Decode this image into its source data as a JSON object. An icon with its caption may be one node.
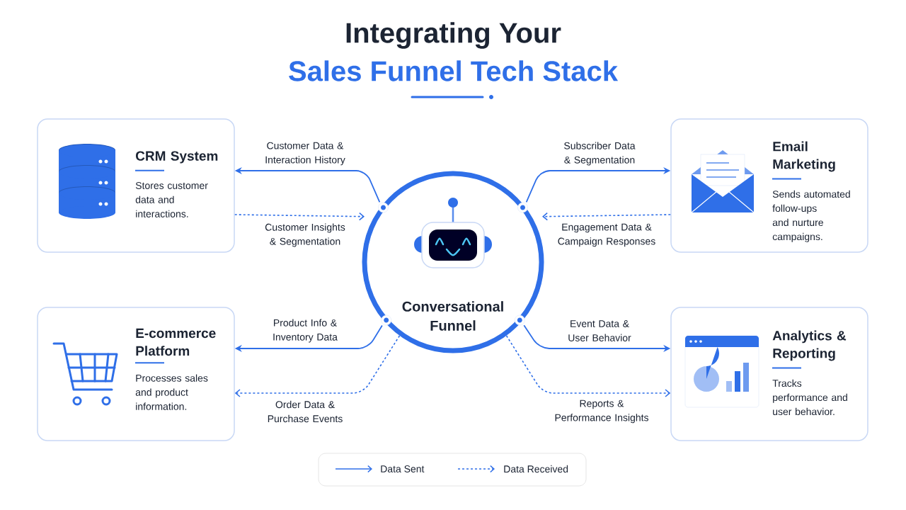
{
  "diagram": {
    "title": "Integrating Your",
    "nodes": [
      {
        "text": [
          "CRM System",
          "Stores customer data and interactions."
        ]
      },
      {
        "text": [
          "Email Marketing",
          "Sends automated follow-ups and nurture campaigns."
        ]
      },
      {
        "text": [
          "Conversational Funnel"
        ]
      },
      {
        "text": [
          "E-commerce Platform",
          "Processes sales and product information."
        ]
      },
      {
        "text": [
          "Analytics & Reporting",
          "Tracks performance and user behavior."
        ]
      }
    ],
    "edges": [
      {
        "from": 2,
        "to": 0,
        "arrow": "to",
        "label": "Customer Data & Interaction History"
      },
      {
        "from": 0,
        "to": 2,
        "arrow": "to",
        "label": "Customer Insights & Segmentation",
        "style": "dashed"
      },
      {
        "from": 2,
        "to": 1,
        "arrow": "to",
        "label": "Subscriber Data & Segmentation"
      },
      {
        "from": 1,
        "to": 2,
        "arrow": "to",
        "label": "Engagement Data & Campaign Responses",
        "style": "dashed"
      },
      {
        "from": 2,
        "to": 3,
        "arrow": "to",
        "label": "Product Info & Inventory Data"
      },
      {
        "from": 2,
        "to": 3,
        "arrow": "to",
        "label": "Order Data & Purchase Events",
        "style": "dashed"
      },
      {
        "from": 2,
        "to": 4,
        "arrow": "to",
        "label": "Event Data & User Behavior"
      },
      {
        "from": 2,
        "to": 4,
        "arrow": "to",
        "label": "Reports & Performance Insights",
        "style": "dashed"
      }
    ],
    "labels": [
      "Sales Funnel Tech Stack"
    ],
    "legend": [
      {
        "text": "Data Sent"
      },
      {
        "text": "Data Received"
      }
    ]
  }
}
